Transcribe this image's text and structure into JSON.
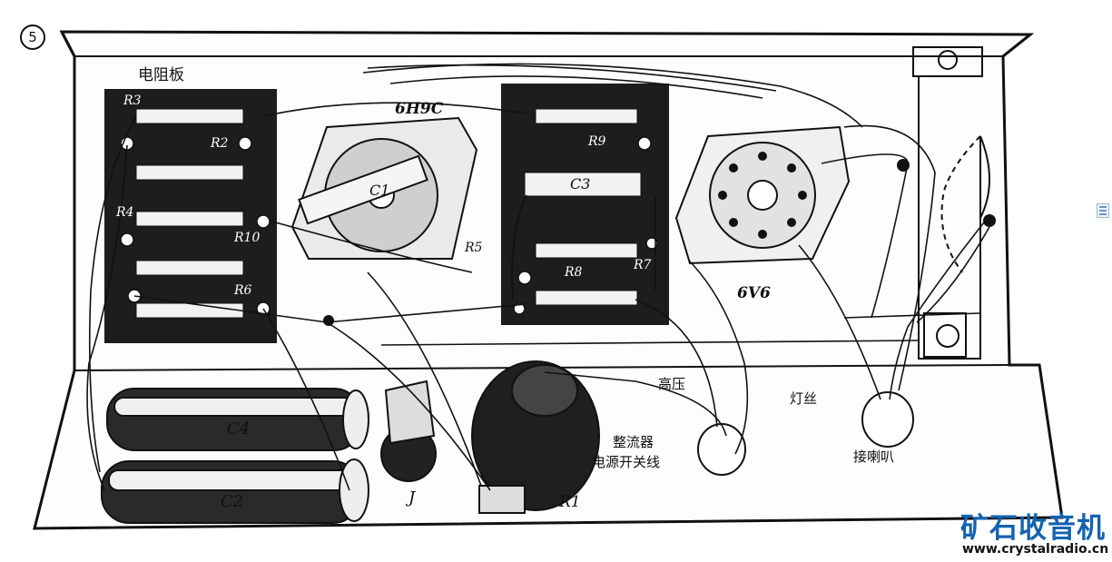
{
  "figure": {
    "number": "5",
    "board_title": "电阻板",
    "labels": {
      "tube_left": "6H9C",
      "tube_right": "6V6",
      "high_voltage": "高压",
      "heater_wires": "灯丝",
      "speaker": "接喇叭",
      "rectifier": "整流器",
      "power_switch": "电源开关线",
      "jack": "J",
      "pot": "R1"
    },
    "components": {
      "R1": "R1",
      "R2": "R2",
      "R3": "R3",
      "R4": "R4",
      "R5": "R5",
      "R6": "R6",
      "R7": "R7",
      "R8": "R8",
      "R9": "R9",
      "R10": "R10",
      "C1": "C1",
      "C2": "C2",
      "C3": "C3",
      "C4": "C4"
    }
  },
  "watermark": {
    "title": "矿石收音机",
    "url": "www.crystalradio.cn"
  }
}
